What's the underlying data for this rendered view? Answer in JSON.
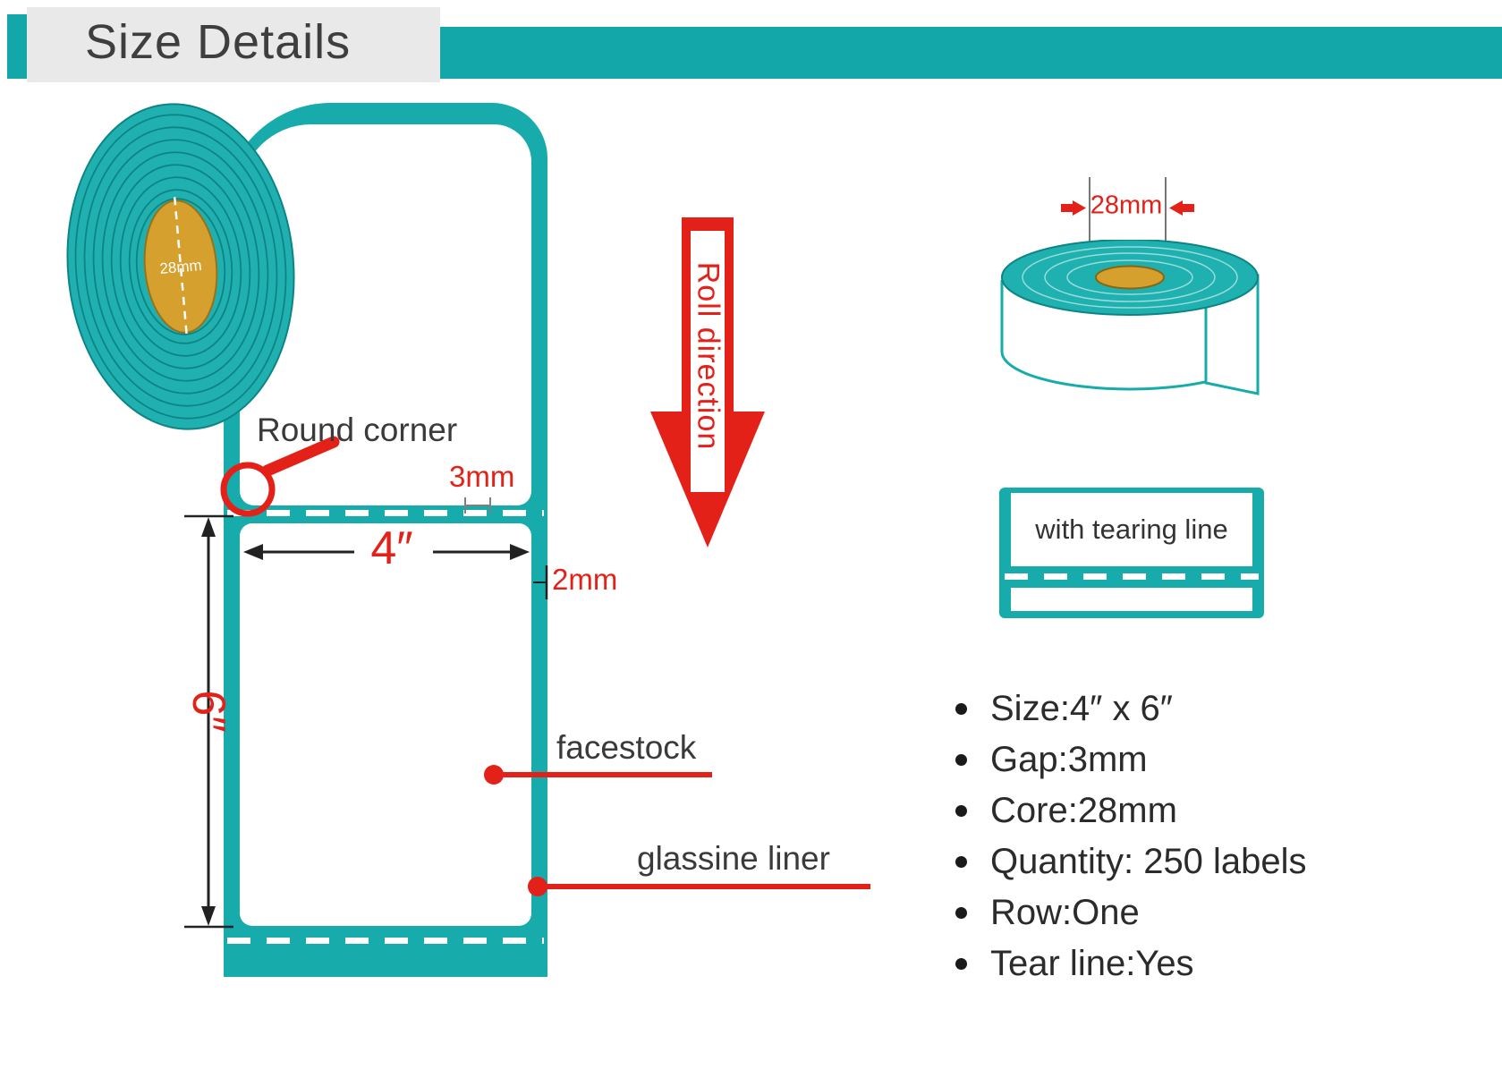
{
  "header": {
    "title": "Size Details"
  },
  "colors": {
    "teal": "#17abab",
    "teal_dark": "#0d8484",
    "red": "#e32119",
    "gold_core": "#d6a02e",
    "header_bg": "#e9e9e9",
    "text_dark": "#3a3a3a"
  },
  "roll": {
    "core_diameter": "28mm"
  },
  "diagram": {
    "round_corner_label": "Round corner",
    "gap_label": "3mm",
    "width_label": "4″",
    "edge_label": "2mm",
    "height_label": "6″",
    "facestock_label": "facestock",
    "liner_label": "glassine liner",
    "roll_direction_label": "Roll direction"
  },
  "small_roll": {
    "core_measure_label": "28mm"
  },
  "tearing_box": {
    "label": "with tearing line"
  },
  "specs": {
    "items": [
      "Size:4″ x 6″",
      "Gap:3mm",
      "Core:28mm",
      "Quantity: 250 labels",
      "Row:One",
      "Tear line:Yes"
    ]
  }
}
